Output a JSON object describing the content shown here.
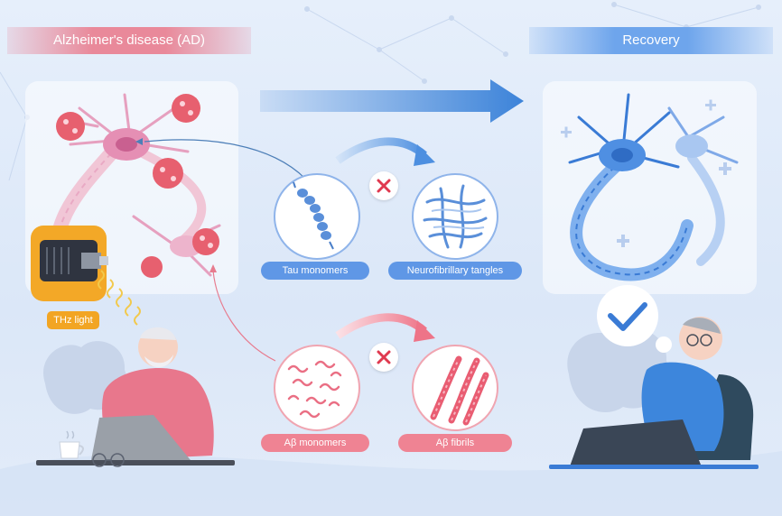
{
  "banners": {
    "left": "Alzheimer's disease (AD)",
    "right": "Recovery"
  },
  "labels": {
    "tau_monomers": "Tau monomers",
    "neurofibrillary_tangles": "Neurofibrillary tangles",
    "abeta_monomers": "Aβ monomers",
    "abeta_fibrils": "Aβ fibrils",
    "thz_light": "THz light"
  },
  "colors": {
    "ad_pink": "#e9899a",
    "recovery_blue": "#6ea5ec",
    "tau_blue": "#5f97e6",
    "abeta_pink": "#ef8393",
    "thz_orange": "#f2a523",
    "inhibit_red": "#e0394f"
  },
  "icons": [
    "x-mark-icon",
    "check-mark-icon",
    "thz-device-icon",
    "brain-puzzle-icon",
    "coffee-cup-icon",
    "glasses-icon"
  ]
}
